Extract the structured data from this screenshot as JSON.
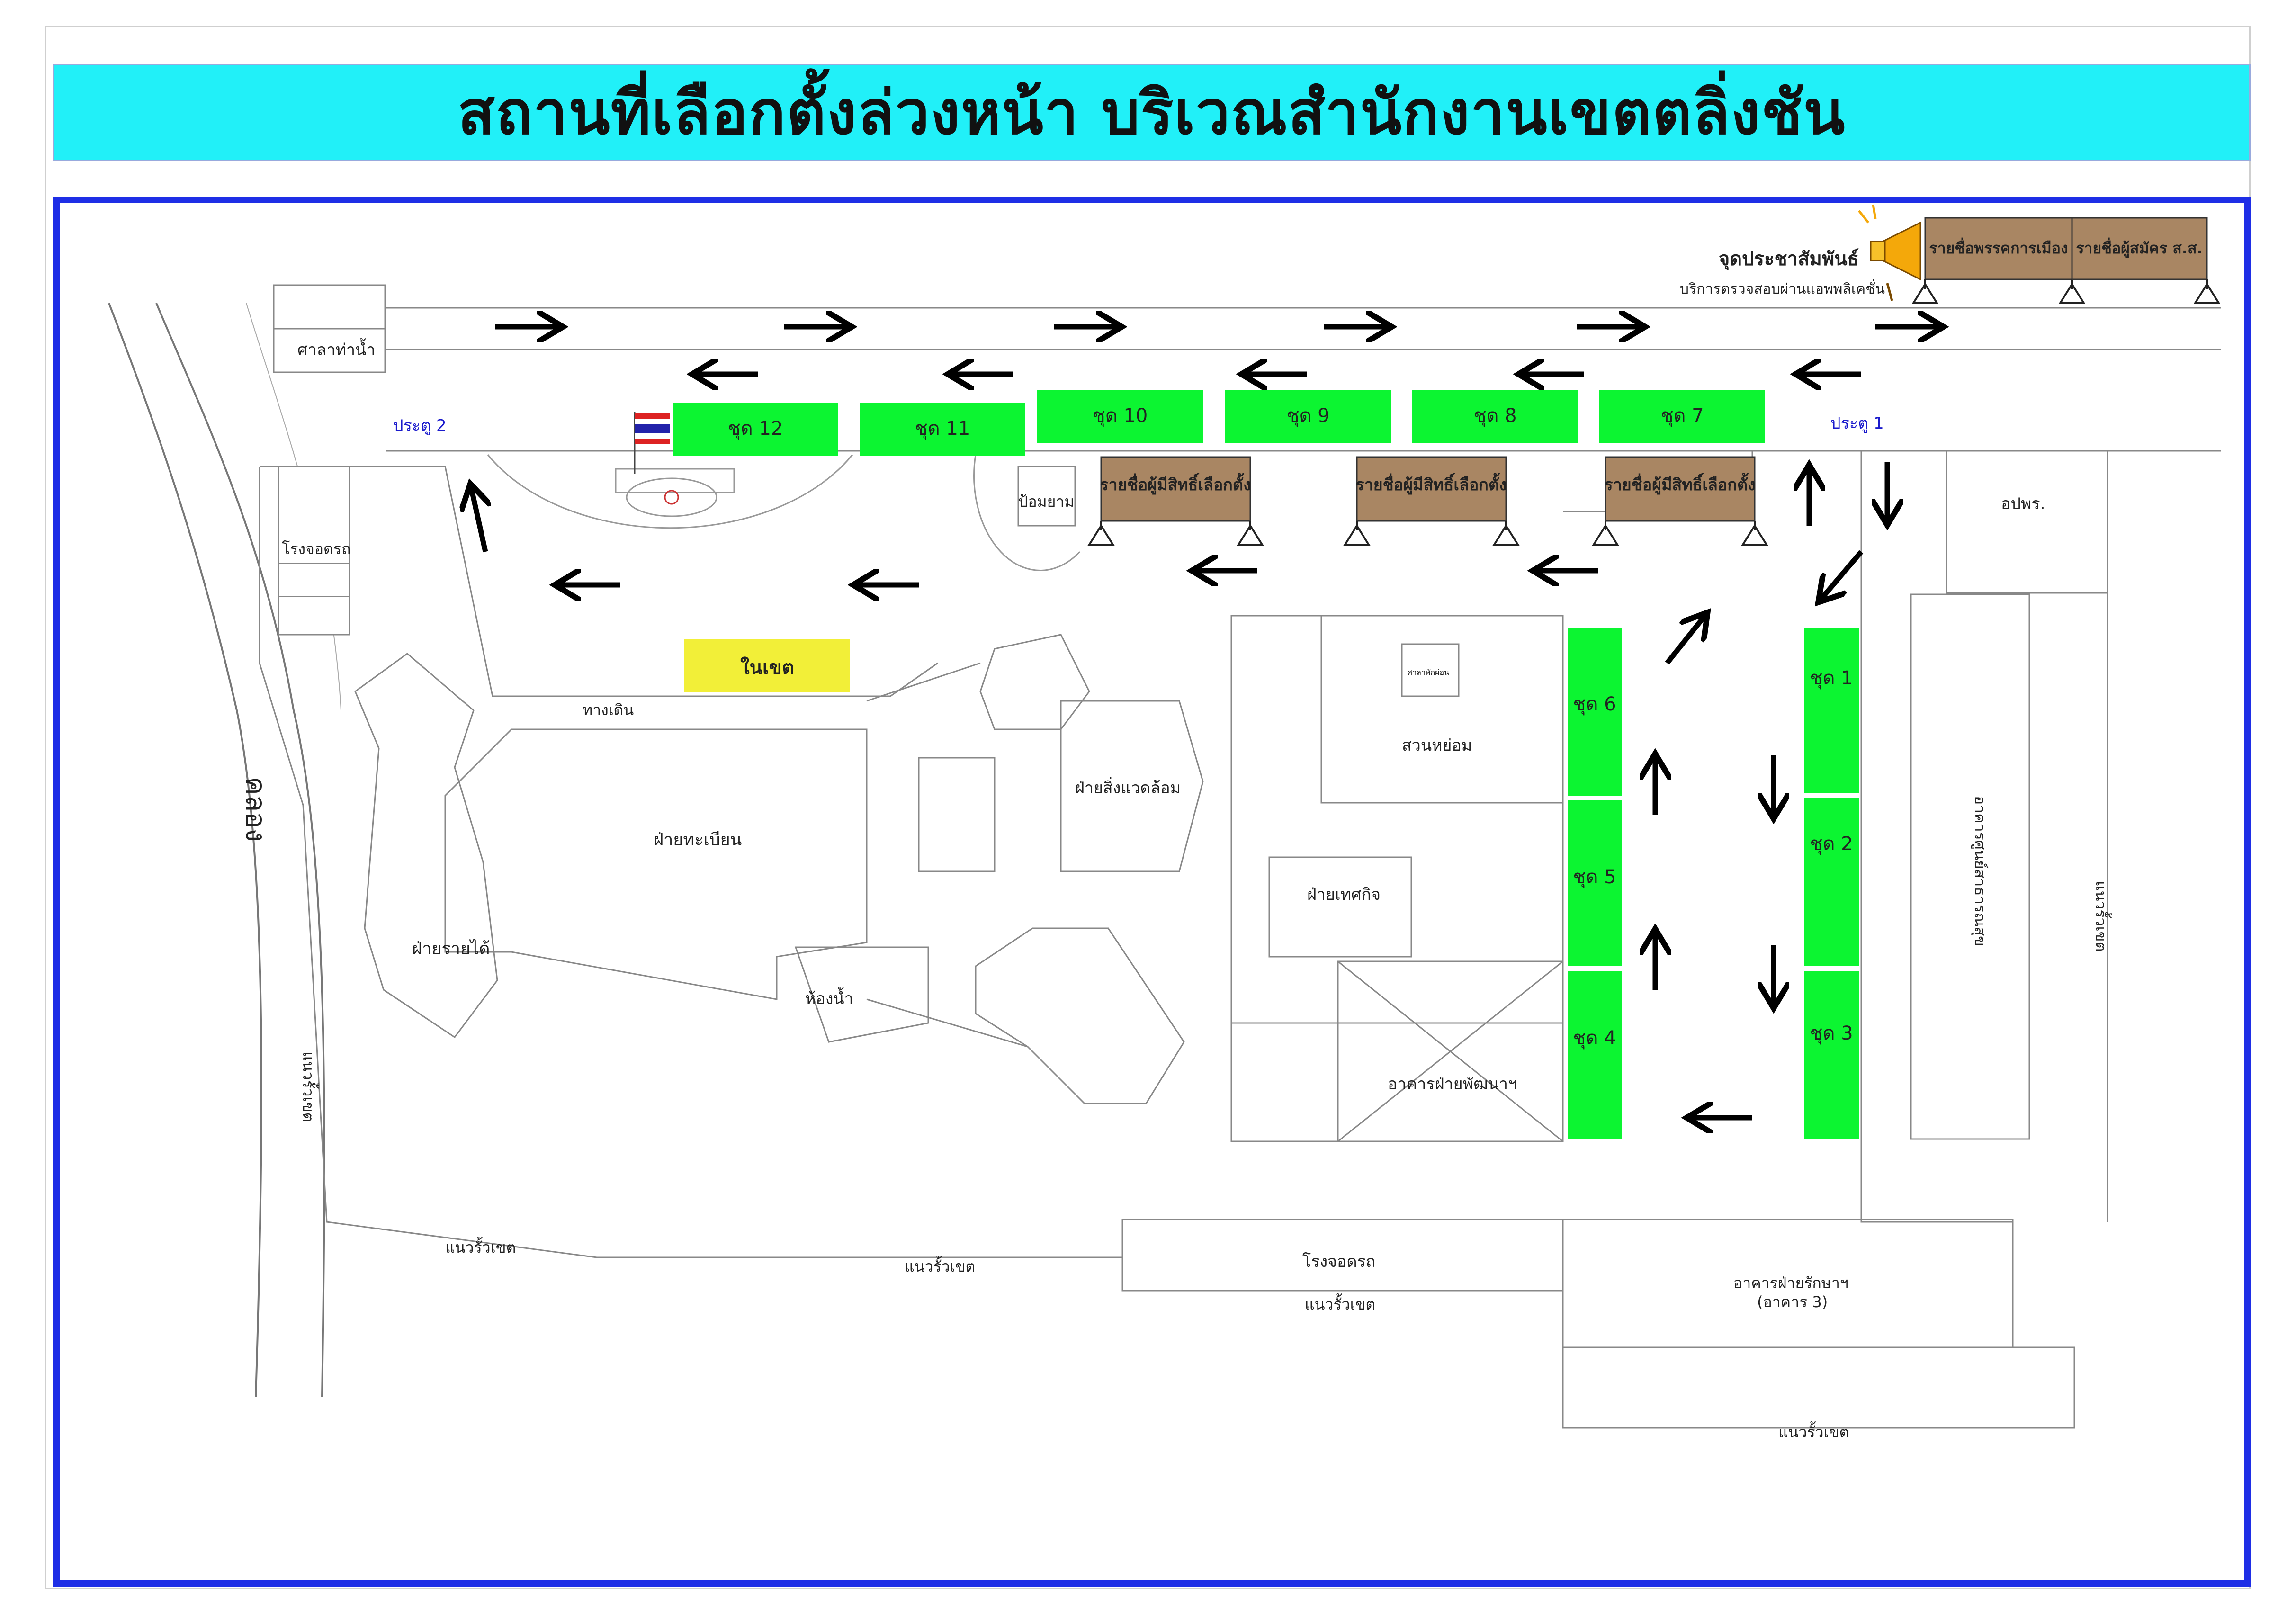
{
  "title": "สถานที่เลือกตั้งล่วงหน้า บริเวณสำนักงานเขตตลิ่งชัน",
  "pr_point": {
    "title": "จุดประชาสัมพันธ์",
    "subtitle": "บริการตรวจสอบผ่านแอพพลิเคชั่น",
    "boards": [
      "รายชื่อพรรคการเมือง",
      "รายชื่อผู้สมัคร ส.ส."
    ]
  },
  "gates": [
    "ประตู 2",
    "ประตู 1"
  ],
  "voter_list_boards": [
    "รายชื่อผู้มีสิทธิ์เลือกตั้ง",
    "รายชื่อผู้มีสิทธิ์เลือกตั้ง",
    "รายชื่อผู้มีสิทธิ์เลือกตั้ง"
  ],
  "units_top": [
    "ชุด 12",
    "ชุด 11",
    "ชุด 10",
    "ชุด 9",
    "ชุด 8",
    "ชุด 7"
  ],
  "units_side_left": [
    "ชุด 6",
    "ชุด 5",
    "ชุด 4"
  ],
  "units_side_right": [
    "ชุด 1",
    "ชุด 2",
    "ชุด 3"
  ],
  "in_district": "ในเขต",
  "places": {
    "sala": "ศาลาท่าน้ำ",
    "parking_left": "โรงจอดรถ",
    "guard": "ป้อมยาม",
    "civil_defense": "อปพร.",
    "walkway": "ทางเดิน",
    "registration": "ฝ่ายทะเบียน",
    "environment": "ฝ่ายสิ่งแวดล้อม",
    "revenue": "ฝ่ายรายได้",
    "toilet": "ห้องน้ำ",
    "rest_pavilion": "ศาลาพักผ่อน",
    "garden": "สวนหย่อม",
    "municipal": "ฝ่ายเทศกิจ",
    "public_works": "อาคารฝ่ายพัฒนาฯ",
    "community_center": "อาคารศูนย์สาธารณสุข",
    "canal": "คลอง",
    "parking_bottom": "โรงจอดรถ",
    "cleansing_line1": "อาคารฝ่ายรักษาฯ",
    "cleansing_line2": "(อาคาร 3)",
    "boundary": "แนวรั้วเขต"
  },
  "colors": {
    "title_bg": "#21f0f8",
    "frame": "#1e2ee6",
    "unit_green": "#0cf531",
    "board_brown": "#a98663",
    "in_district_yellow": "#f2ef38",
    "gate_label": "#1a1acc"
  },
  "icons": [
    "thai-flag-icon",
    "megaphone-icon",
    "arrow-icon"
  ]
}
